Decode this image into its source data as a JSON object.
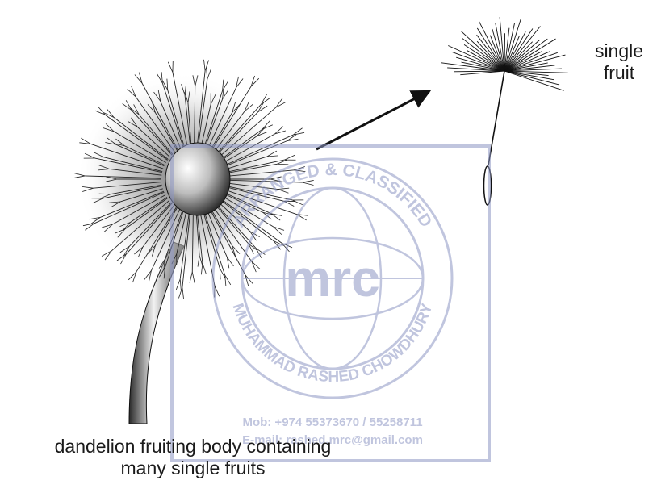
{
  "labels": {
    "single_fruit_line1": "single",
    "single_fruit_line2": "fruit",
    "fruiting_body_line1": "dandelion fruiting body containing",
    "fruiting_body_line2": "many single fruits"
  },
  "watermark": {
    "logo_text": "mrc",
    "ring_text_top": "ARRANGED & CLASSIFIED",
    "ring_text_bottom": "MUHAMMAD RASHED CHOWDHURY",
    "mobile": "Mob:  +974 55373670 / 55258711",
    "email": "E-mail: rashed.mrc@gmail.com",
    "color": "#8e97c4"
  },
  "colors": {
    "ink": "#1a1a1a",
    "seed_head_shade": "#808080",
    "stem_light": "#f2f2f2",
    "stem_dark": "#2a2a2a"
  },
  "icons": {
    "arrow": "arrow-icon",
    "dandelion_head": "dandelion-head-icon",
    "single_fruit": "single-fruit-icon"
  }
}
